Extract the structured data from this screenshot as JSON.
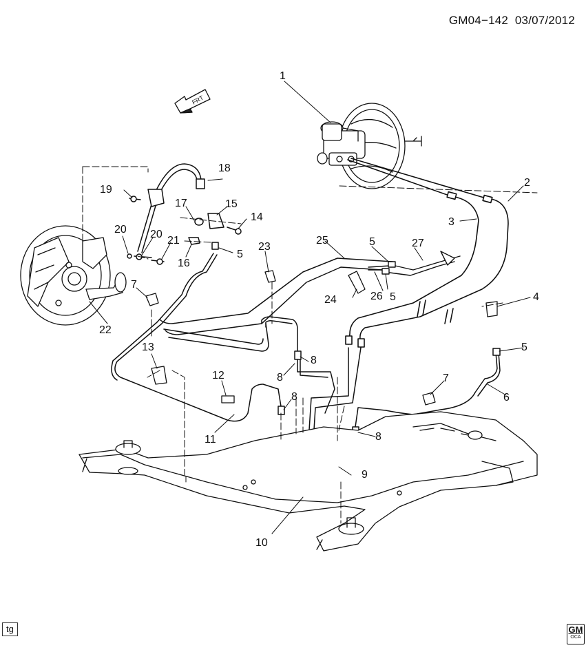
{
  "header": {
    "doc_id": "GM04−142",
    "date": "03/07/2012"
  },
  "direction_arrow": {
    "label": "FRT"
  },
  "footer": {
    "corner_tag": "tg",
    "logo": {
      "text": "GM",
      "sub": "OCA"
    }
  },
  "callouts": {
    "c1": "1",
    "c2": "2",
    "c3": "3",
    "c4": "4",
    "c5a": "5",
    "c5b": "5",
    "c5c": "5",
    "c5d": "5",
    "c6": "6",
    "c7a": "7",
    "c7b": "7",
    "c8a": "8",
    "c8b": "8",
    "c8c": "8",
    "c8d": "8",
    "c9": "9",
    "c10": "10",
    "c11": "11",
    "c12": "12",
    "c13": "13",
    "c14": "14",
    "c15": "15",
    "c16": "16",
    "c17": "17",
    "c18": "18",
    "c19": "19",
    "c20a": "20",
    "c20b": "20",
    "c21": "21",
    "c22": "22",
    "c23": "23",
    "c24": "24",
    "c25": "25",
    "c26": "26",
    "c27": "27"
  }
}
